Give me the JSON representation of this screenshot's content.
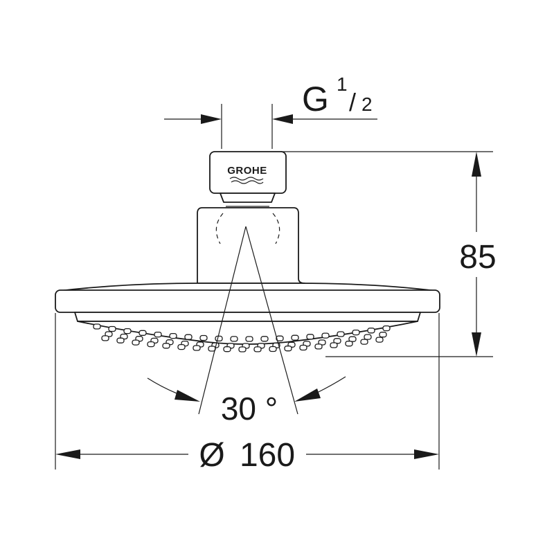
{
  "drawing": {
    "thread_letter": "G",
    "thread_numerator": "1",
    "thread_slash": "/",
    "thread_denominator": "2",
    "height_dimension": "85",
    "spray_angle": "30 °",
    "diameter_symbol": "Ø",
    "diameter_value": "160",
    "brand_logo_text": "GROHE"
  }
}
